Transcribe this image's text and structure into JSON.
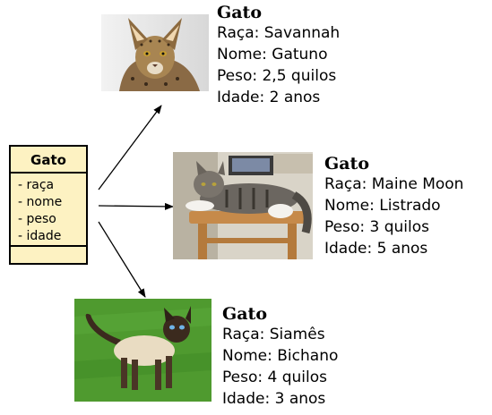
{
  "uml_class": {
    "title": "Gato",
    "attributes": [
      "- raça",
      "- nome",
      "- peso",
      "- idade"
    ]
  },
  "objects": [
    {
      "header": "Gato",
      "lines": [
        "Raça: Savannah",
        "Nome: Gatuno",
        "Peso: 2,5 quilos",
        "Idade: 2 anos"
      ],
      "image": "savannah-cat-photo"
    },
    {
      "header": "Gato",
      "lines": [
        "Raça: Maine Moon",
        "Nome: Listrado",
        "Peso: 3 quilos",
        "Idade: 5 anos"
      ],
      "image": "maine-coon-cat-photo"
    },
    {
      "header": "Gato",
      "lines": [
        "Raça: Siamês",
        "Nome: Bichano",
        "Peso: 4 quilos",
        "Idade: 3 anos"
      ],
      "image": "siamese-cat-photo"
    }
  ],
  "colors": {
    "class_box_fill": "#fdf2c2",
    "grass": "#4f9a2f"
  }
}
